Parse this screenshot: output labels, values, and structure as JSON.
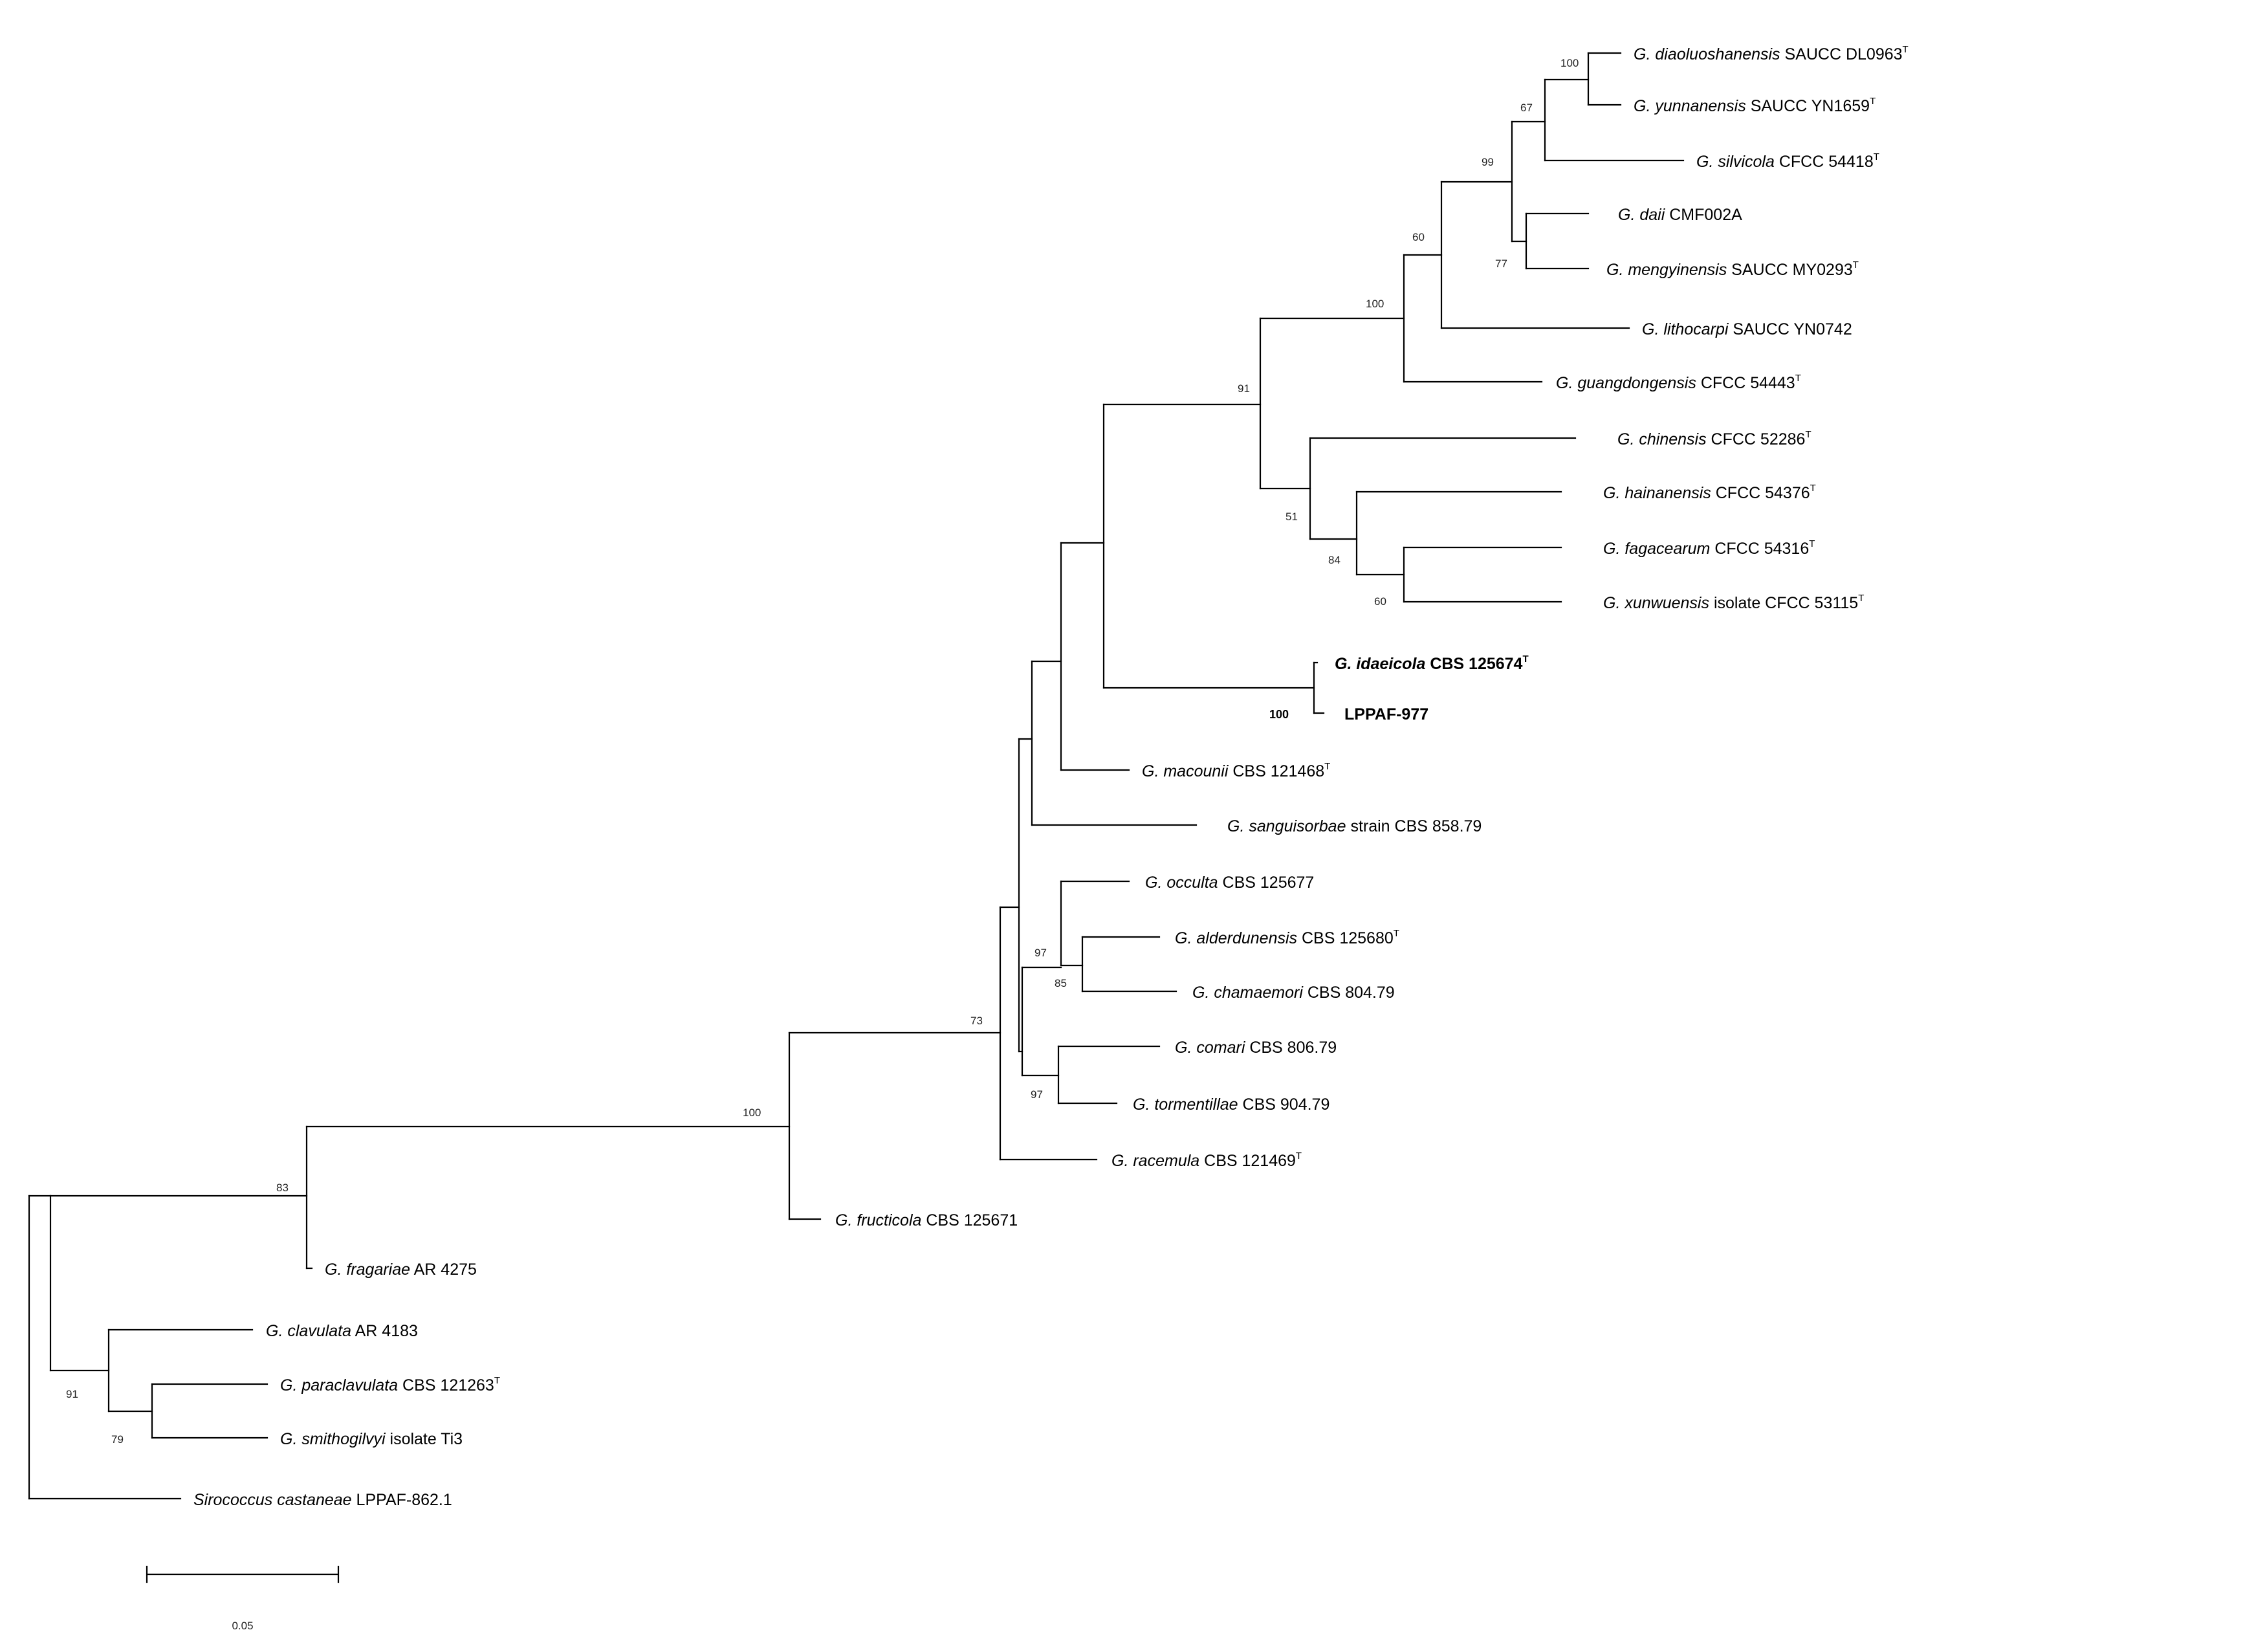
{
  "leaves": {
    "diaoluoshanensis": {
      "genus": "G.",
      "epithet": "diaoluoshanensis",
      "rest": "SAUCC DL0963",
      "type": "T"
    },
    "yunnanensis": {
      "genus": "G.",
      "epithet": "yunnanensis",
      "rest": "SAUCC YN1659",
      "type": "T"
    },
    "silvicola": {
      "genus": "G.",
      "epithet": "silvicola",
      "rest": "CFCC 54418",
      "type": "T"
    },
    "daii": {
      "genus": "G.",
      "epithet": "daii",
      "rest": "CMF002A",
      "type": ""
    },
    "mengyinensis": {
      "genus": "G.",
      "epithet": "mengyinensis",
      "rest": "SAUCC MY0293",
      "type": "T"
    },
    "lithocarpi": {
      "genus": "G.",
      "epithet": "lithocarpi",
      "rest": "SAUCC YN0742",
      "type": ""
    },
    "guangdongensis": {
      "genus": "G.",
      "epithet": "guangdongensis",
      "rest": "CFCC 54443",
      "type": "T"
    },
    "chinensis": {
      "genus": "G.",
      "epithet": "chinensis",
      "rest": "CFCC 52286",
      "type": "T"
    },
    "hainanensis": {
      "genus": "G.",
      "epithet": "hainanensis",
      "rest": "CFCC 54376",
      "type": "T"
    },
    "fagacearum": {
      "genus": "G.",
      "epithet": "fagacearum",
      "rest": "CFCC 54316",
      "type": "T"
    },
    "xunwuensis": {
      "genus": "G.",
      "epithet": "xunwuensis",
      "rest": "isolate CFCC 53115",
      "type": "T"
    },
    "idaeicola": {
      "genus": "G.",
      "epithet": "idaeicola",
      "rest": "CBS 125674",
      "type": "T"
    },
    "lppaf977": {
      "genus": "",
      "epithet": "",
      "rest": "LPPAF-977",
      "type": ""
    },
    "macounii": {
      "genus": "G.",
      "epithet": "macounii",
      "rest": "CBS 121468",
      "type": "T"
    },
    "sanguisorbae": {
      "genus": "G.",
      "epithet": "sanguisorbae",
      "rest": "strain CBS 858.79",
      "type": ""
    },
    "occulta": {
      "genus": "G.",
      "epithet": "occulta",
      "rest": "CBS 125677",
      "type": ""
    },
    "alderdunensis": {
      "genus": "G.",
      "epithet": "alderdunensis",
      "rest": "CBS 125680",
      "type": "T"
    },
    "chamaemori": {
      "genus": "G.",
      "epithet": "chamaemori",
      "rest": "CBS 804.79",
      "type": ""
    },
    "comari": {
      "genus": "G.",
      "epithet": "comari",
      "rest": "CBS 806.79",
      "type": ""
    },
    "tormentillae": {
      "genus": "G.",
      "epithet": "tormentillae",
      "rest": "CBS 904.79",
      "type": ""
    },
    "racemula": {
      "genus": "G.",
      "epithet": "racemula",
      "rest": "CBS 121469",
      "type": "T"
    },
    "fructicola": {
      "genus": "G.",
      "epithet": "fructicola",
      "rest": "CBS 125671",
      "type": ""
    },
    "fragariae": {
      "genus": "G.",
      "epithet": "fragariae",
      "rest": "AR 4275",
      "type": ""
    },
    "clavulata": {
      "genus": "G.",
      "epithet": "clavulata",
      "rest": "AR 4183",
      "type": ""
    },
    "paraclavulata": {
      "genus": "G.",
      "epithet": "paraclavulata",
      "rest": "CBS 121263",
      "type": "T"
    },
    "smithogilvyi": {
      "genus": "G.",
      "epithet": "smithogilvyi",
      "rest": "isolate Ti3",
      "type": ""
    },
    "sirococcus": {
      "genus": "Sirococcus",
      "epithet": "castaneae",
      "rest": "LPPAF-862.1",
      "type": ""
    }
  },
  "bootstrap": {
    "n_diao_yunn": "100",
    "n_diao_silv": "67",
    "n_upper": "99",
    "n_daii_meng": "77",
    "n_top": "60",
    "n_guang_all": "100",
    "n_main": "91",
    "n_chin_group": "51",
    "n_hain_group": "84",
    "n_fag_xun": "60",
    "n_idaeicola": "100",
    "n_occ_group": "97",
    "n_ald_cham": "85",
    "n_com_torm": "97",
    "n_bigclade": "73",
    "n_with_fructicola": "100",
    "n_with_fragariae": "83",
    "n_clav_group": "91",
    "n_para_smith": "79"
  },
  "scale_bar": {
    "label": "0.05",
    "value": 0.05
  }
}
